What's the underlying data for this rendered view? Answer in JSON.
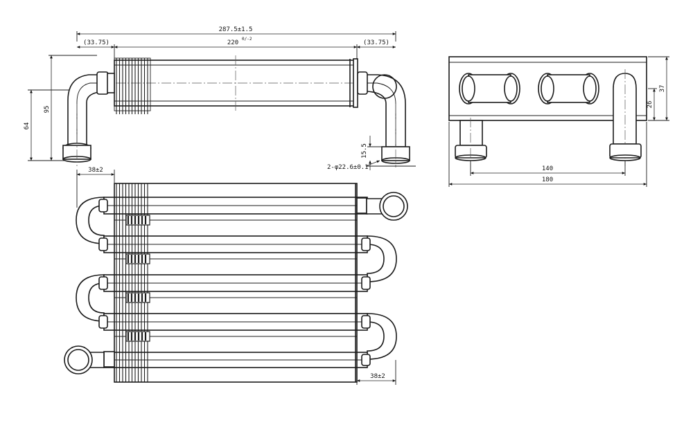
{
  "drawing": {
    "front_view": {
      "overall_length": "287.5±1.5",
      "end_offset_left": "(33.75)",
      "tube_length": "220",
      "tube_length_tolerance": "0/-2",
      "end_offset_right": "(33.75)",
      "height_95": "95",
      "height_64": "64",
      "pipe_projection": "15.5",
      "connector_spec": "2-φ22.6±0.1"
    },
    "side_view": {
      "base_span": "140",
      "overall_width": "180",
      "height_37": "37",
      "height_26": "26"
    },
    "top_view": {
      "fin_offset_left": "38±2",
      "fin_offset_right": "38±2"
    }
  }
}
